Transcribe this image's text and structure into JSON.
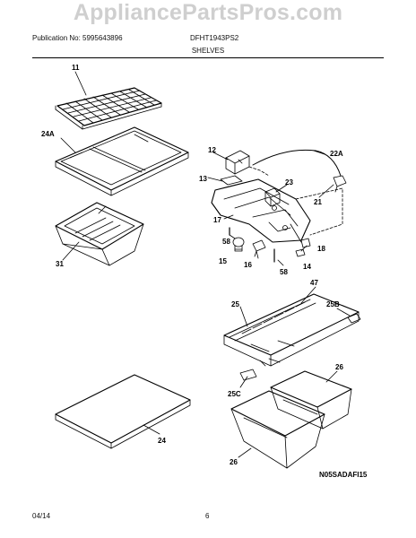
{
  "watermark": "AppliancePartsPros.com",
  "header": {
    "publication": "Publication No: 5995643896",
    "model": "DFHT1943PS2",
    "section": "SHELVES"
  },
  "footer": {
    "date": "04/14",
    "page": "6"
  },
  "diagram_code": "N05SADAFI15",
  "callouts": {
    "c11": "11",
    "c24a": "24A",
    "c31": "31",
    "c12": "12",
    "c22a": "22A",
    "c13": "13",
    "c23": "23",
    "c21": "21",
    "c17": "17",
    "c58a": "58",
    "c18": "18",
    "c15": "15",
    "c16": "16",
    "c14": "14",
    "c58b": "58",
    "c47": "47",
    "c25": "25",
    "c25b": "25B",
    "c26a": "26",
    "c25c": "25C",
    "c24": "24",
    "c26b": "26"
  }
}
